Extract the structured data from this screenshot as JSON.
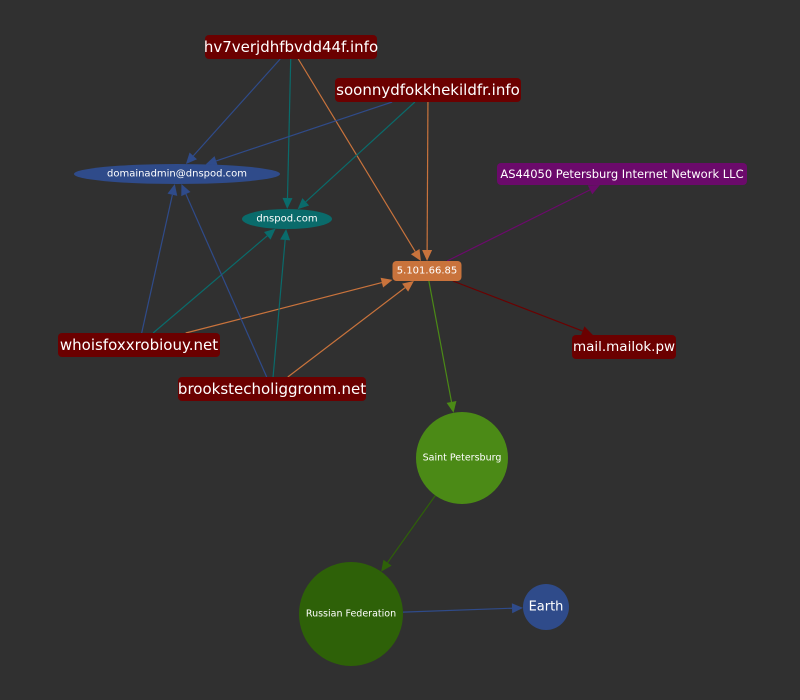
{
  "graph": {
    "background": "#303030",
    "nodes": [
      {
        "id": "n-hv7",
        "label": "hv7verjdhfbvdd44f.info",
        "kind": "domain",
        "shape": "rect",
        "color": "#6b0000"
      },
      {
        "id": "n-soonny",
        "label": "soonnydfokkhekildfr.info",
        "kind": "domain",
        "shape": "rect",
        "color": "#6b0000"
      },
      {
        "id": "n-email",
        "label": "domainadmin@dnspod.com",
        "kind": "email",
        "shape": "ellipse",
        "color": "#2f4b8a"
      },
      {
        "id": "n-dnspod",
        "label": "dnspod.com",
        "kind": "nameserver",
        "shape": "ellipse",
        "color": "#0a6b6b"
      },
      {
        "id": "n-as",
        "label": "AS44050 Petersburg Internet Network LLC",
        "kind": "asn",
        "shape": "rect",
        "color": "#6b0a6b"
      },
      {
        "id": "n-ip",
        "label": "5.101.66.85",
        "kind": "ip",
        "shape": "rect",
        "color": "#c9733c"
      },
      {
        "id": "n-whois",
        "label": "whoisfoxxrobiouy.net",
        "kind": "domain",
        "shape": "rect",
        "color": "#6b0000"
      },
      {
        "id": "n-brooks",
        "label": "brookstecholiggronm.net",
        "kind": "domain",
        "shape": "rect",
        "color": "#6b0000"
      },
      {
        "id": "n-mail",
        "label": "mail.mailok.pw",
        "kind": "domain",
        "shape": "rect",
        "color": "#6b0000"
      },
      {
        "id": "n-spb",
        "label": "Saint Petersburg",
        "kind": "city",
        "shape": "circle",
        "color": "#4b8a16"
      },
      {
        "id": "n-rf",
        "label": "Russian Federation",
        "kind": "country",
        "shape": "circle",
        "color": "#2e6108"
      },
      {
        "id": "n-earth",
        "label": "Earth",
        "kind": "planet",
        "shape": "circle",
        "color": "#2f4b8a"
      }
    ],
    "edges": [
      {
        "from": "n-hv7",
        "to": "n-email",
        "color": "#2f4b8a"
      },
      {
        "from": "n-hv7",
        "to": "n-dnspod",
        "color": "#0a6b6b"
      },
      {
        "from": "n-hv7",
        "to": "n-ip",
        "color": "#c9733c"
      },
      {
        "from": "n-soonny",
        "to": "n-email",
        "color": "#2f4b8a"
      },
      {
        "from": "n-soonny",
        "to": "n-dnspod",
        "color": "#0a6b6b"
      },
      {
        "from": "n-soonny",
        "to": "n-ip",
        "color": "#c9733c"
      },
      {
        "from": "n-whois",
        "to": "n-email",
        "color": "#2f4b8a"
      },
      {
        "from": "n-whois",
        "to": "n-dnspod",
        "color": "#0a6b6b"
      },
      {
        "from": "n-whois",
        "to": "n-ip",
        "color": "#c9733c"
      },
      {
        "from": "n-brooks",
        "to": "n-email",
        "color": "#2f4b8a"
      },
      {
        "from": "n-brooks",
        "to": "n-dnspod",
        "color": "#0a6b6b"
      },
      {
        "from": "n-brooks",
        "to": "n-ip",
        "color": "#c9733c"
      },
      {
        "from": "n-ip",
        "to": "n-as",
        "color": "#6b0a6b"
      },
      {
        "from": "n-ip",
        "to": "n-mail",
        "color": "#6b0000"
      },
      {
        "from": "n-ip",
        "to": "n-spb",
        "color": "#4b8a16"
      },
      {
        "from": "n-spb",
        "to": "n-rf",
        "color": "#2e6108"
      },
      {
        "from": "n-rf",
        "to": "n-earth",
        "color": "#2f4b8a"
      }
    ]
  }
}
